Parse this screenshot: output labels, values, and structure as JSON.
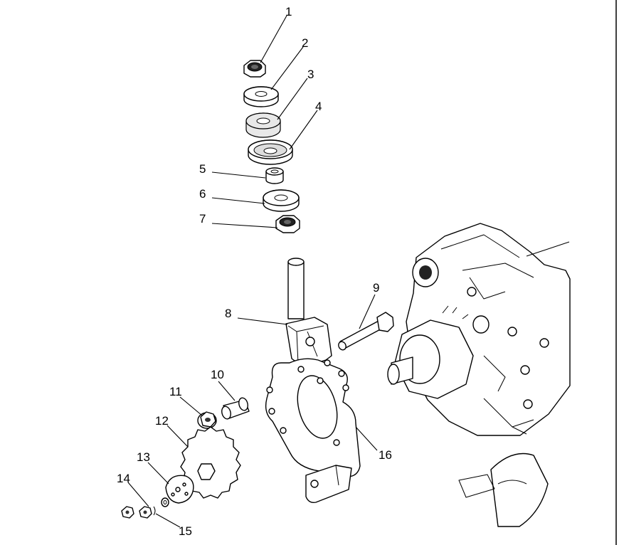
{
  "callouts": {
    "c1": "1",
    "c2": "2",
    "c3": "3",
    "c4": "4",
    "c5": "5",
    "c6": "6",
    "c7": "7",
    "c8": "8",
    "c9": "9",
    "c10": "10",
    "c11": "11",
    "c12": "12",
    "c13": "13",
    "c14": "14",
    "c15": "15",
    "c16": "16"
  },
  "colors": {
    "line": "#000000",
    "background": "#ffffff",
    "shade": "#e8e8e8"
  }
}
